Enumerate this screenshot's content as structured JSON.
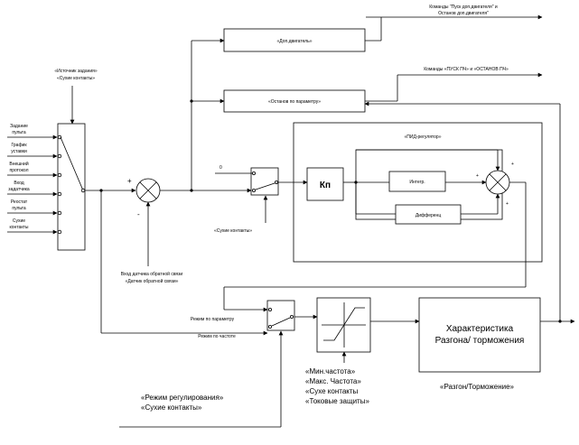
{
  "top_commands": {
    "start_stop_line1": "Команды \"Пуск доп.двигателя\" и",
    "start_stop_line2": "Останов доп.двигателя\"",
    "pch": "Команды «ПУСК ПЧ» и «ОСТАНОВ ПЧ»"
  },
  "blocks": {
    "aux_motor": "«Доп.двигатель»",
    "param_stop": "«Останов по параметру»",
    "pid_title": "«ПИД-регулятор»",
    "kp": "Кп",
    "integ": "Интегр.",
    "diff": "Дифференц",
    "char_line1": "Характеристика",
    "char_line2": "Разгона/ торможения"
  },
  "source": {
    "title_line1": "«Источник задания»",
    "title_line2": "«Сухие контакты»",
    "inputs": [
      {
        "line1": "Задание",
        "line2": "пульта"
      },
      {
        "line1": "График",
        "line2": "уставки"
      },
      {
        "line1": "Внешний",
        "line2": "протокол"
      },
      {
        "line1": "Вход",
        "line2": "задатчика"
      },
      {
        "line1": "Реостат",
        "line2": "пульта"
      },
      {
        "line1": "Сухие",
        "line2": "контакты"
      }
    ]
  },
  "labels": {
    "plus": "+",
    "minus": "-",
    "zero": "0",
    "dry_contacts": "«Сухие контакты»",
    "feedback_line1": "Вход датчика обратной связи",
    "feedback_line2": "«Датчик обратной связи»",
    "mode_param": "Режим по параметру",
    "mode_freq": "Режим по частоте",
    "limits": [
      "«Мин.частота»",
      "«Макс. Частота»",
      "«Сухе контакты",
      "«Токовые защиты»"
    ],
    "reg_mode_line1": "«Режим регулирования»",
    "reg_mode_line2": "«Сухие контакты»",
    "accel": "«Разгон/Торможение»"
  }
}
